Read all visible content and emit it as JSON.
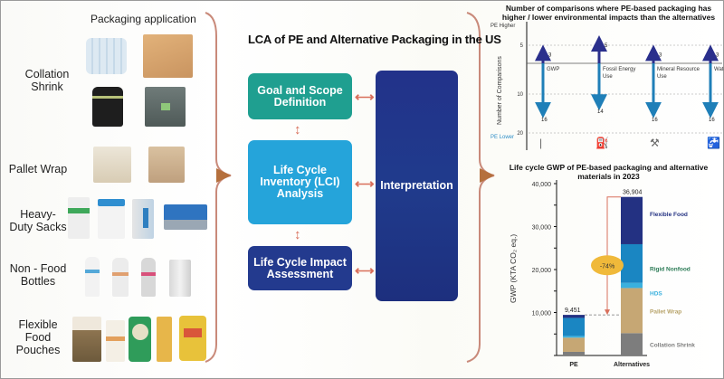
{
  "left_panel": {
    "title": "Packaging application",
    "rows": [
      {
        "label_lines": [
          "Collation",
          "Shrink"
        ]
      },
      {
        "label_lines": [
          "Pallet Wrap"
        ]
      },
      {
        "label_lines": [
          "Heavy-",
          "Duty Sacks"
        ]
      },
      {
        "label_lines": [
          "Non - Food",
          "Bottles"
        ]
      },
      {
        "label_lines": [
          "Flexible",
          "Food",
          "Pouches"
        ]
      }
    ],
    "product_images": {
      "collation_shrink": [
        "water-bottle-pack-image",
        "cardboard-box-image",
        "black-bottles-image",
        "shrink-wrapped-tray-image"
      ],
      "pallet_wrap": [
        "wrapped-pallet-image",
        "cardboard-pallet-image"
      ],
      "heavy_duty_sacks": [
        "plastic-sack-image",
        "bucket-sack-image",
        "paper-sack-image",
        "cement-sack-image"
      ],
      "non_food_bottles": [
        "white-bottle-orange-label-image",
        "translucent-bottle-image",
        "gray-bottle-image",
        "metal-can-image"
      ],
      "flexible_food": [
        "pouch-image",
        "paper-bag-image",
        "green-can-image",
        "glass-jar-image",
        "yellow-can-image"
      ]
    }
  },
  "center_panel": {
    "title": "LCA of PE and Alternative Packaging in the US",
    "boxes": {
      "goal": [
        "Goal and Scope",
        "Definition"
      ],
      "lci": [
        "Life Cycle",
        "Inventory (LCI)",
        "Analysis"
      ],
      "lcia": [
        "Life Cycle Impact",
        "Assessment"
      ],
      "interpretation": [
        "Interpretation"
      ]
    },
    "colors": {
      "goal": "#1f9f90",
      "lci": "#25a4da",
      "lcia": "#233a8e",
      "interpretation": "#22328a",
      "arrows": "#d9705c"
    }
  },
  "chart_data": [
    {
      "type": "bar",
      "title": "Number of comparisons where PE-based packaging has higher / lower environmental impacts than the alternatives",
      "ylabel": "Number of Comparisons",
      "top_label": "PE Higher",
      "bottom_label": "PE Lower",
      "yticks": [
        5,
        10,
        20
      ],
      "ylim": [
        5,
        20
      ],
      "grid": true,
      "categories": [
        {
          "lines": [
            "GWP"
          ],
          "icon": "thermometer-icon"
        },
        {
          "lines": [
            "Fossil Energy",
            "Use"
          ],
          "icon": "oil-pump-icon"
        },
        {
          "lines": [
            "Mineral Resource",
            "Use"
          ],
          "icon": "pickaxe-icon"
        },
        {
          "lines": [
            "Water Scarcity"
          ],
          "icon": "water-tap-icon"
        }
      ],
      "series": [
        {
          "name": "PE Higher",
          "values": [
            3,
            5,
            3,
            3
          ]
        },
        {
          "name": "PE Lower",
          "values": [
            16,
            14,
            16,
            16
          ]
        }
      ],
      "colors": {
        "higher": "#2a2f8c",
        "lower": "#1f7fb8",
        "pe_lower_text": "#2f8fc8"
      }
    },
    {
      "type": "bar",
      "stacked": true,
      "title": "Life cycle GWP of PE-based packaging and alternative materials in 2023",
      "ylabel": "GWP (KTA CO₂ eq.)",
      "xlabel": "",
      "ylim": [
        0,
        40000
      ],
      "yticks": [
        "10,000",
        "20,000",
        "30,000",
        "40,000"
      ],
      "ytick_values": [
        10000,
        20000,
        30000,
        40000
      ],
      "categories": [
        "PE",
        "Alternatives"
      ],
      "totals_labels": [
        "9,451",
        "36,904"
      ],
      "series": [
        {
          "name": "Collation Shrink",
          "color": "#7d7d7d",
          "values": [
            850,
            5200
          ]
        },
        {
          "name": "Pallet Wrap",
          "color": "#c6a774",
          "values": [
            3300,
            10500
          ]
        },
        {
          "name": "HDS",
          "color": "#3ab0de",
          "values": [
            400,
            1200
          ]
        },
        {
          "name": "Rigid Nonfood",
          "color": "#1a86c2",
          "values": [
            4200,
            9000
          ]
        },
        {
          "name": "Flexible Food",
          "color": "#233182",
          "values": [
            701,
            11004
          ]
        }
      ],
      "legend_text_colors": {
        "Flexible Food": "#233182",
        "Rigid Nonfood": "#2a7a55",
        "HDS": "#3ab0de",
        "Pallet Wrap": "#b7a36a",
        "Collation Shrink": "#7d7d7d"
      },
      "annotation": {
        "text": "-74%",
        "color": "#f0b93a",
        "arrow_color": "#d9705c"
      }
    }
  ]
}
